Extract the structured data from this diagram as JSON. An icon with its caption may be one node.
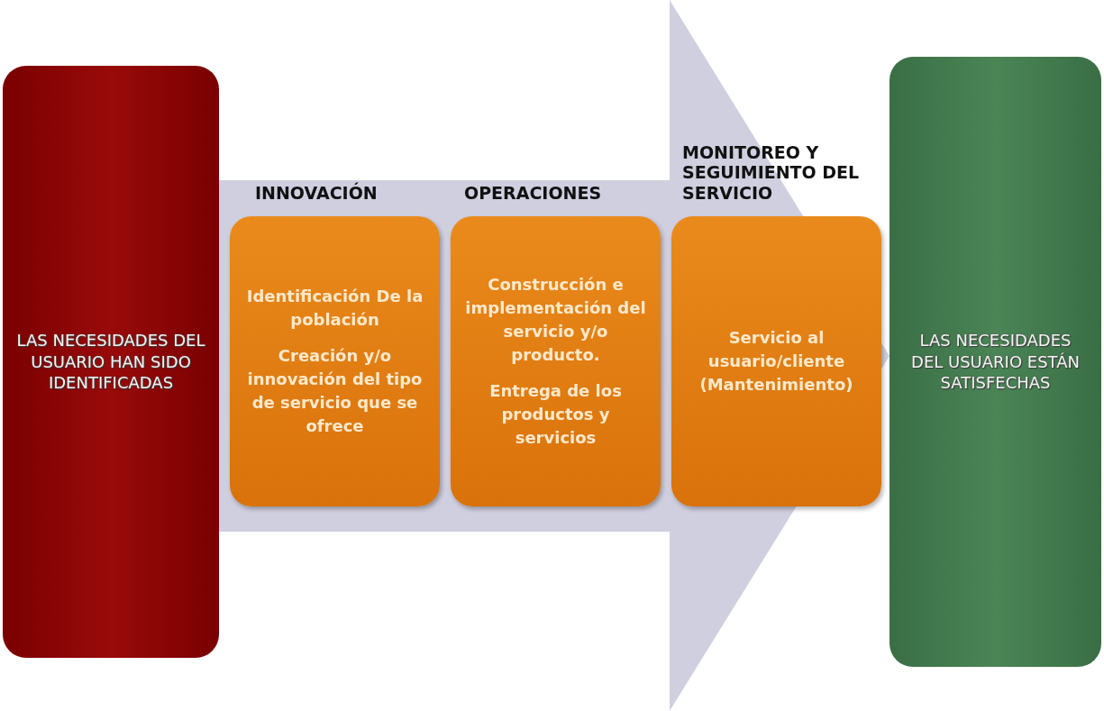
{
  "diagram": {
    "nodes": [
      {
        "text": [
          "LAS NECESIDADES DEL USUARIO HAN SIDO IDENTIFICADAS"
        ]
      },
      {
        "text": [
          "INNOVACIÓN",
          "Identificación De la población",
          "Creación y/o innovación del tipo de servicio que se ofrece"
        ]
      },
      {
        "text": [
          "OPERACIONES",
          "Construcción e implementación del servicio y/o producto.",
          "Entrega de los productos y servicios"
        ]
      },
      {
        "text": [
          "MONITOREO Y SEGUIMIENTO DEL SERVICIO",
          "Servicio al usuario/cliente (Mantenimiento)"
        ]
      },
      {
        "text": [
          "LAS NECESIDADES DEL USUARIO ESTÁN SATISFECHAS"
        ]
      }
    ],
    "edges": [
      {
        "from": 0,
        "to": 4,
        "arrow": "to",
        "style": "thick",
        "color": "#cfcfe0"
      }
    ]
  }
}
